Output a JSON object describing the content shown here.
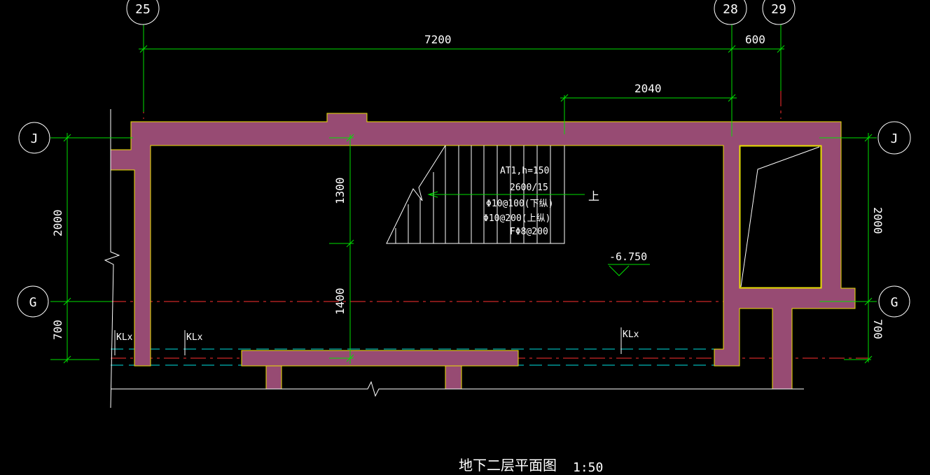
{
  "drawing": {
    "title": "地下二层平面图",
    "scale": "1:50",
    "axes_vertical": [
      "25",
      "28",
      "29"
    ],
    "axes_horizontal_left": [
      "J",
      "G"
    ],
    "axes_horizontal_right": [
      "J",
      "G"
    ],
    "dims_top": [
      "7200",
      "600"
    ],
    "dim_stair_width": "2040",
    "dims_left": [
      "2000",
      "700"
    ],
    "dims_right": [
      "2000",
      "700"
    ],
    "dims_middle": [
      "1300",
      "1400"
    ],
    "stair_notes": [
      "AT1,h=150",
      "2600/15",
      "Φ10@100(下纵)",
      "Φ10@200(上纵)",
      "FΦ8@200"
    ],
    "stair_direction": "上",
    "elevation": "-6.750",
    "beam_labels": [
      "KLx",
      "KLx",
      "KLx"
    ]
  },
  "colors": {
    "background": "#000000",
    "wall_fill": "#974b73",
    "wall_outline": "#e8e000",
    "dimension": "#00e000",
    "axis_dash": "#ff3030",
    "beam_dash": "#00e0e0",
    "text": "#ffffff"
  }
}
